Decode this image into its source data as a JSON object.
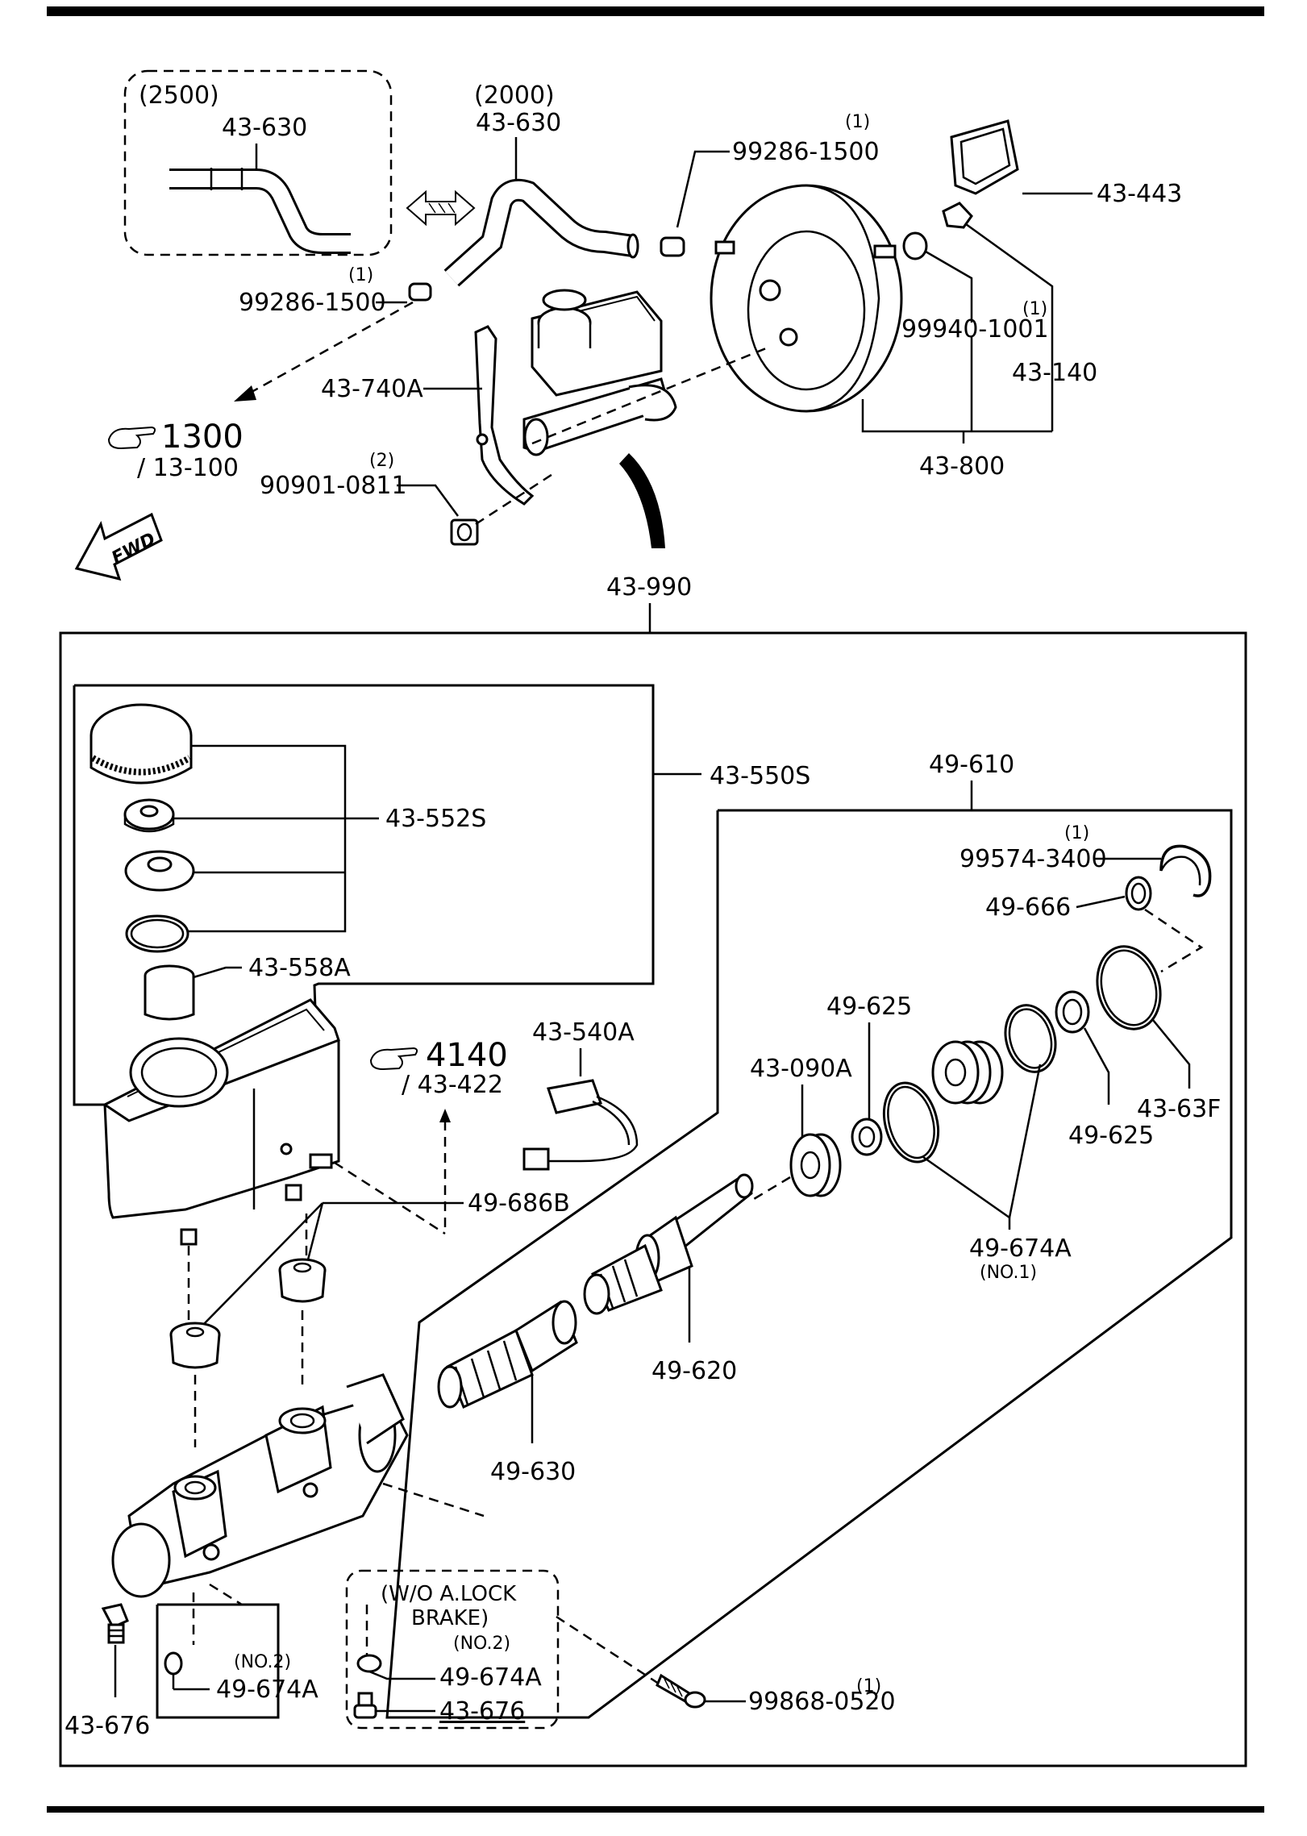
{
  "variants": {
    "v2500": "(2500)",
    "v2000": "(2000)"
  },
  "top_labels": {
    "hose_2500": "43-630",
    "hose_2000": "43-630",
    "clip_right": "99286-1500",
    "clip_right_qty": "(1)",
    "clip_left": "99286-1500",
    "clip_left_qty": "(1)",
    "gasket": "43-443",
    "nut_booster": "99940-1001",
    "valve_qty": "(1)",
    "valve": "43-140",
    "bracket": "43-740A",
    "nut_mc": "90901-0811",
    "nut_mc_qty": "(2)",
    "booster": "43-800",
    "master_cyl": "43-990"
  },
  "refs": {
    "ref1_num": "1300",
    "ref1_sub": "/ 13-100",
    "ref2_num": "4140",
    "ref2_sub": "/ 43-422",
    "fwd": "FWD"
  },
  "detail_labels": {
    "reservoir_set": "43-550S",
    "cap_set": "43-552S",
    "strainer": "43-558A",
    "sensor": "43-540A",
    "bushing": "49-686B",
    "piston_set": "49-610",
    "snap_ring_qty": "(1)",
    "snap_ring": "99574-3400",
    "washer": "49-666",
    "seal_f": "43-63F",
    "cup_a": "49-625",
    "cup_b": "49-625",
    "seal_090": "43-090A",
    "oring": "49-674A",
    "oring_no1": "(NO.1)",
    "primary": "49-620",
    "secondary": "49-630",
    "plug": "43-676",
    "oring_no2_left": "(NO.2)",
    "oring_left": "49-674A",
    "wo_lock_1": "(W/O  A.LOCK",
    "wo_lock_2": "BRAKE)",
    "oring_no2_box": "(NO.2)",
    "oring_box": "49-674A",
    "plug_box": "43-676",
    "screw_qty": "(1)",
    "screw": "99868-0520"
  }
}
